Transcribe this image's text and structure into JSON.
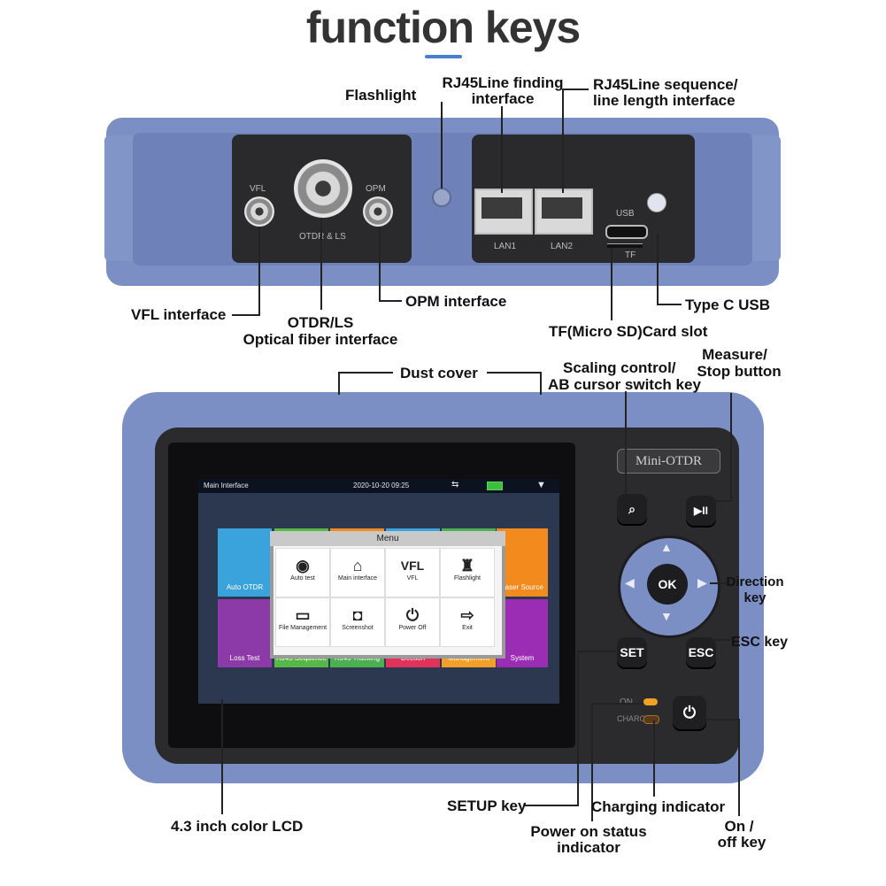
{
  "title": "function keys",
  "top_labels": {
    "flashlight": "Flashlight",
    "rj45_find_1": "RJ45Line finding",
    "rj45_find_2": "interface",
    "rj45_seq_1": "RJ45Line sequence/",
    "rj45_seq_2": "line length interface",
    "vfl": "VFL interface",
    "otdr_1": "OTDR/LS",
    "otdr_2": "Optical fiber interface",
    "opm": "OPM interface",
    "typec": "Type C USB",
    "tf": "TF(Micro SD)Card slot"
  },
  "device_top_print": {
    "vfl": "VFL",
    "opm": "OPM",
    "otdr_ls": "OTDR & LS",
    "lan1": "LAN1",
    "lan2": "LAN2",
    "usb": "USB",
    "tf": "TF"
  },
  "bottom_labels": {
    "dust": "Dust cover",
    "scaling_1": "Scaling control/",
    "scaling_2": "AB cursor switch key",
    "measure_1": "Measure/",
    "measure_2": "Stop button",
    "direction_1": "Direction",
    "direction_2": "key",
    "esc": "ESC key",
    "lcd": "4.3 inch color LCD",
    "setup": "SETUP key",
    "charging": "Charging indicator",
    "power_on_1": "Power on status",
    "power_on_2": "indicator",
    "onoff_1": "On /",
    "onoff_2": "off key"
  },
  "device": {
    "brand": "Mini-OTDR",
    "status_left": "Main Interface",
    "status_time": "2020-10-20  09:25",
    "keys": {
      "set": "SET",
      "esc": "ESC",
      "ok": "OK",
      "on": "ON",
      "charge": "CHARGE"
    }
  },
  "screen_tiles": [
    {
      "label": "Auto OTDR",
      "color": "#3aa3dc"
    },
    {
      "label": "Loss Test",
      "color": "#8c3aa8"
    },
    {
      "label": "RJ45 Length\nRJ45 Sequence",
      "color": "#57b847"
    },
    {
      "label": "RJ45 Tracking",
      "color": "#4caf50"
    },
    {
      "label": "End Face Dection",
      "color": "#e0325a"
    },
    {
      "label": "File Management",
      "color": "#f2a02a"
    },
    {
      "label": "Laser Source",
      "color": "#f28a1e"
    },
    {
      "label": "System",
      "color": "#9b2db5"
    }
  ],
  "menu": {
    "title": "Menu",
    "items": [
      {
        "label": "Auto test",
        "icon": "auto-icon"
      },
      {
        "label": "Main interface",
        "icon": "home-icon"
      },
      {
        "label": "VFL",
        "icon": "vfl-icon"
      },
      {
        "label": "Flashlight",
        "icon": "flashlight-icon"
      },
      {
        "label": "File Management",
        "icon": "folder-icon"
      },
      {
        "label": "Screenshot",
        "icon": "camera-icon"
      },
      {
        "label": "Power Off",
        "icon": "power-icon"
      },
      {
        "label": "Exit",
        "icon": "exit-icon"
      }
    ]
  }
}
